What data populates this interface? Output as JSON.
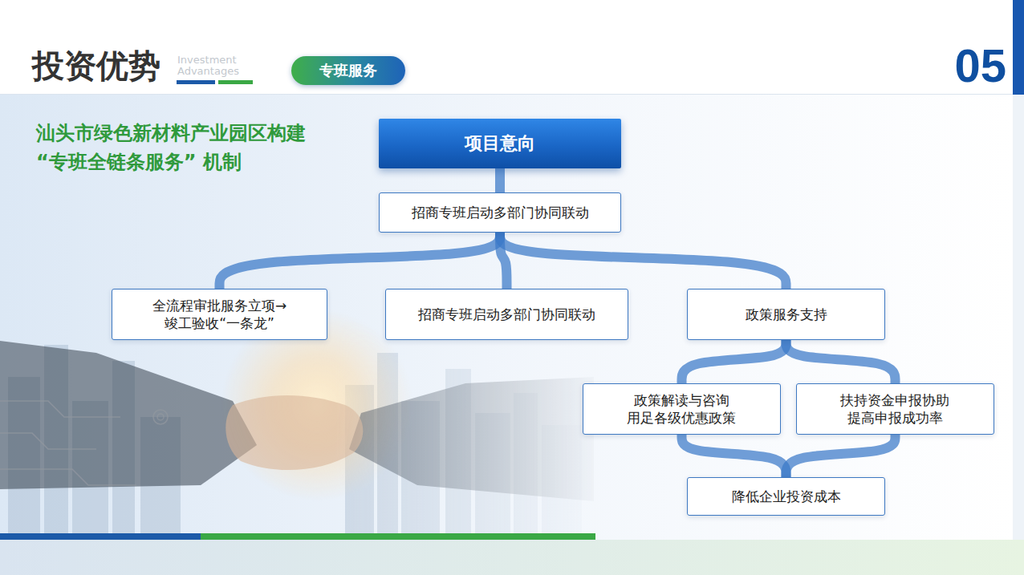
{
  "diagram": {
    "title": "投资优势",
    "nodes": [
      {
        "text": [
          "专班服务"
        ]
      },
      {
        "text": [
          "项目意向"
        ]
      },
      {
        "text": [
          "招商专班启动多部门协同联动"
        ]
      },
      {
        "text": [
          "全流程审批服务立项→ 竣工验收“一条龙”"
        ]
      },
      {
        "text": [
          "招商专班启动多部门协同联动"
        ]
      },
      {
        "text": [
          "政策服务支持"
        ]
      },
      {
        "text": [
          "政策解读与咨询 用足各级优惠政策"
        ]
      },
      {
        "text": [
          "扶持资金申报协助 提高申报成功率"
        ]
      },
      {
        "text": [
          "降低企业投资成本"
        ]
      }
    ],
    "edges": [
      {
        "from": 1,
        "to": 2,
        "arrow": "none"
      },
      {
        "from": 2,
        "to": 3,
        "arrow": "none"
      },
      {
        "from": 2,
        "to": 4,
        "arrow": "none"
      },
      {
        "from": 2,
        "to": 5,
        "arrow": "none"
      },
      {
        "from": 5,
        "to": 6,
        "arrow": "none"
      },
      {
        "from": 5,
        "to": 7,
        "arrow": "none"
      },
      {
        "from": 6,
        "to": 8,
        "arrow": "none"
      },
      {
        "from": 7,
        "to": 8,
        "arrow": "none"
      }
    ],
    "labels": [
      "Investment Advantages",
      "05",
      "汕头市绿色新材料产业园区构建 “专班全链条服务” 机制"
    ]
  }
}
